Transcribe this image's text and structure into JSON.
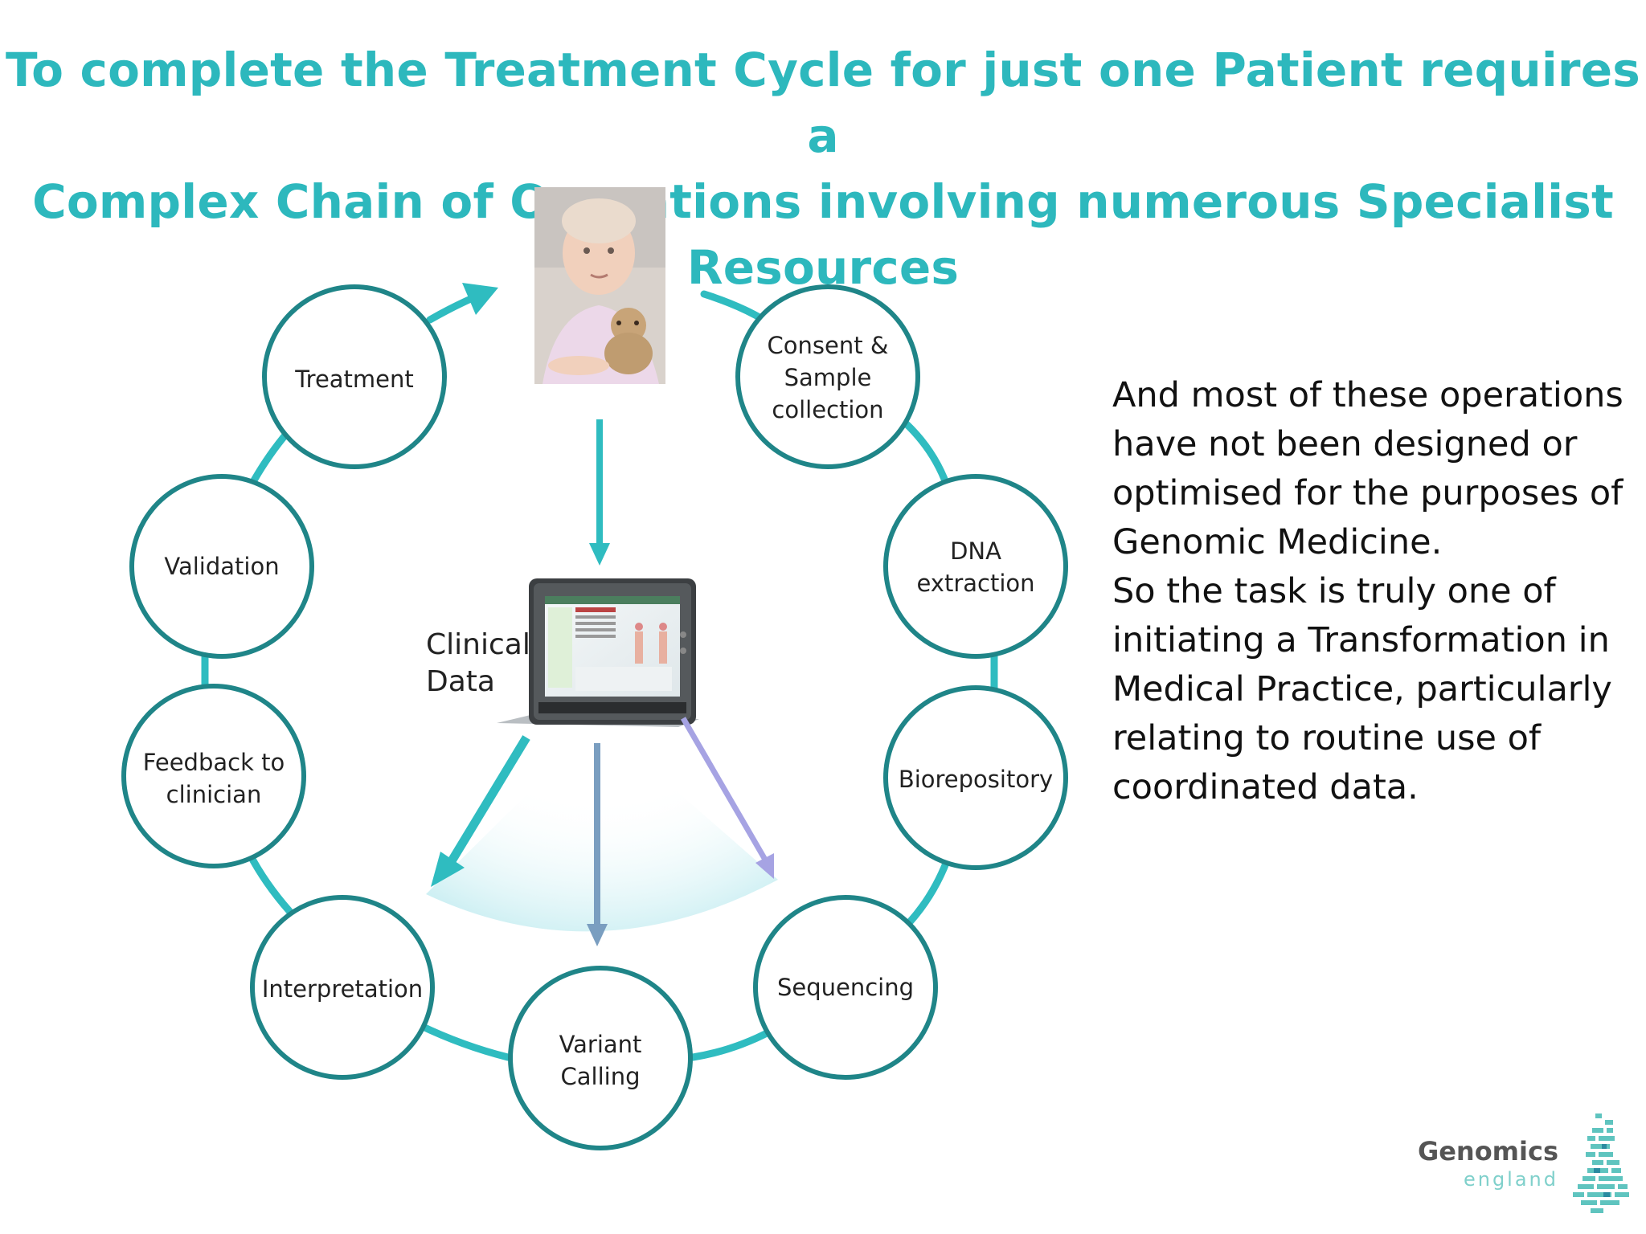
{
  "title": {
    "line1": "To complete the Treatment Cycle for just one Patient requires a",
    "line2": "Complex Chain of Operations involving numerous Specialist Resources"
  },
  "colors": {
    "teal": "#2db8bd",
    "circle_stroke": "#1f8588",
    "arrow_blue": "#7a9ec0",
    "arrow_purple": "#a6a3e3",
    "fan_light": "#d8f2f5"
  },
  "cycle_nodes": [
    {
      "id": "treatment",
      "label": "Treatment"
    },
    {
      "id": "consent",
      "label": "Consent & Sample collection"
    },
    {
      "id": "dna",
      "label": "DNA extraction"
    },
    {
      "id": "biorepository",
      "label": "Biorepository"
    },
    {
      "id": "sequencing",
      "label": "Sequencing"
    },
    {
      "id": "variant",
      "label": "Variant Calling"
    },
    {
      "id": "interpretation",
      "label": "Interpretation"
    },
    {
      "id": "feedback",
      "label": "Feedback to clinician"
    },
    {
      "id": "validation",
      "label": "Validation"
    }
  ],
  "clinical_data": {
    "line1": "Clinical",
    "line2": "Data"
  },
  "side_text": {
    "para1": "And most of these operations have not been designed or optimised for the purposes of Genomic Medicine.",
    "para2": "So the task is truly one of initiating a Transformation in Medical Practice, particularly relating to routine use of coordinated data."
  },
  "logo": {
    "main": "Genomics",
    "sub": "england"
  }
}
